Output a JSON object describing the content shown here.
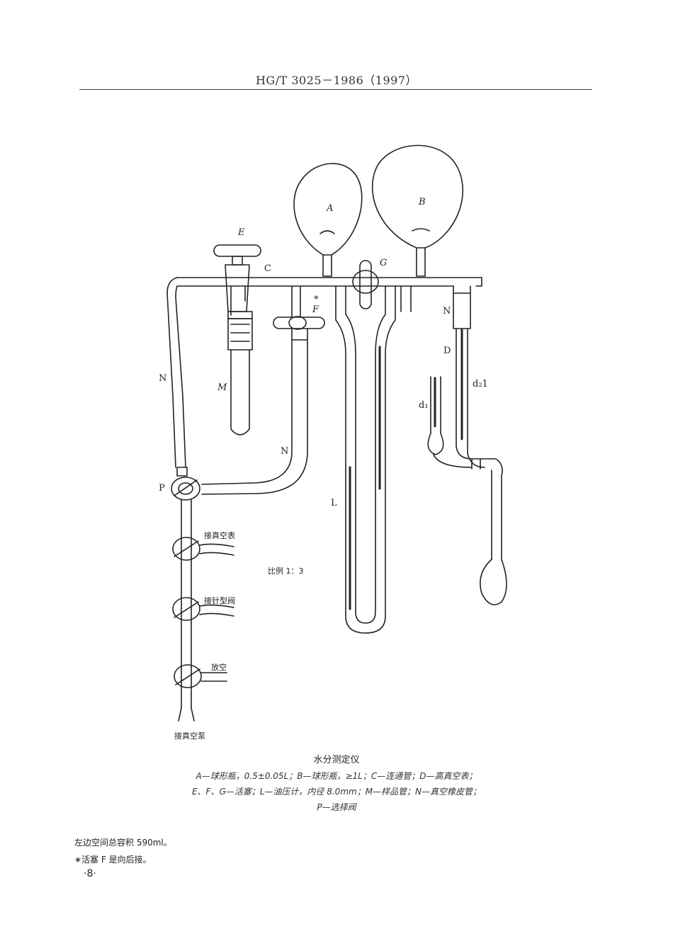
{
  "header": {
    "standard_code": "HG/T 3025－1986（1997）"
  },
  "diagram": {
    "labels": {
      "A": "A",
      "B": "B",
      "C": "C",
      "E": "E",
      "G": "G",
      "F_star": "*",
      "F": "F",
      "N_left": "N",
      "N_mid": "N",
      "N_right": "N",
      "D": "D",
      "d2": "d₂1",
      "d1": "d₁",
      "M": "M",
      "P": "P",
      "L": "L"
    },
    "connections": {
      "vacuum_gauge": "接真空表",
      "needle_valve": "接针型阀",
      "vent": "放空",
      "vacuum_pump": "接真空泵"
    },
    "scale": "比例 1：3"
  },
  "caption": {
    "title": "水分测定仪",
    "line1": "A—球形瓶，0.5±0.05L；B—球形瓶，≥1L；C—连通管；D—高真空表；",
    "line2": "E、F、G—活塞；L—油压计，内径 8.0mm；M—样品管；N—真空橡皮管；",
    "line3": "P—选择阀"
  },
  "notes": {
    "volume": "左边空间总容积 590ml。",
    "stopcock": "∗活塞 F 是向后接。"
  },
  "page_number": "·8·"
}
